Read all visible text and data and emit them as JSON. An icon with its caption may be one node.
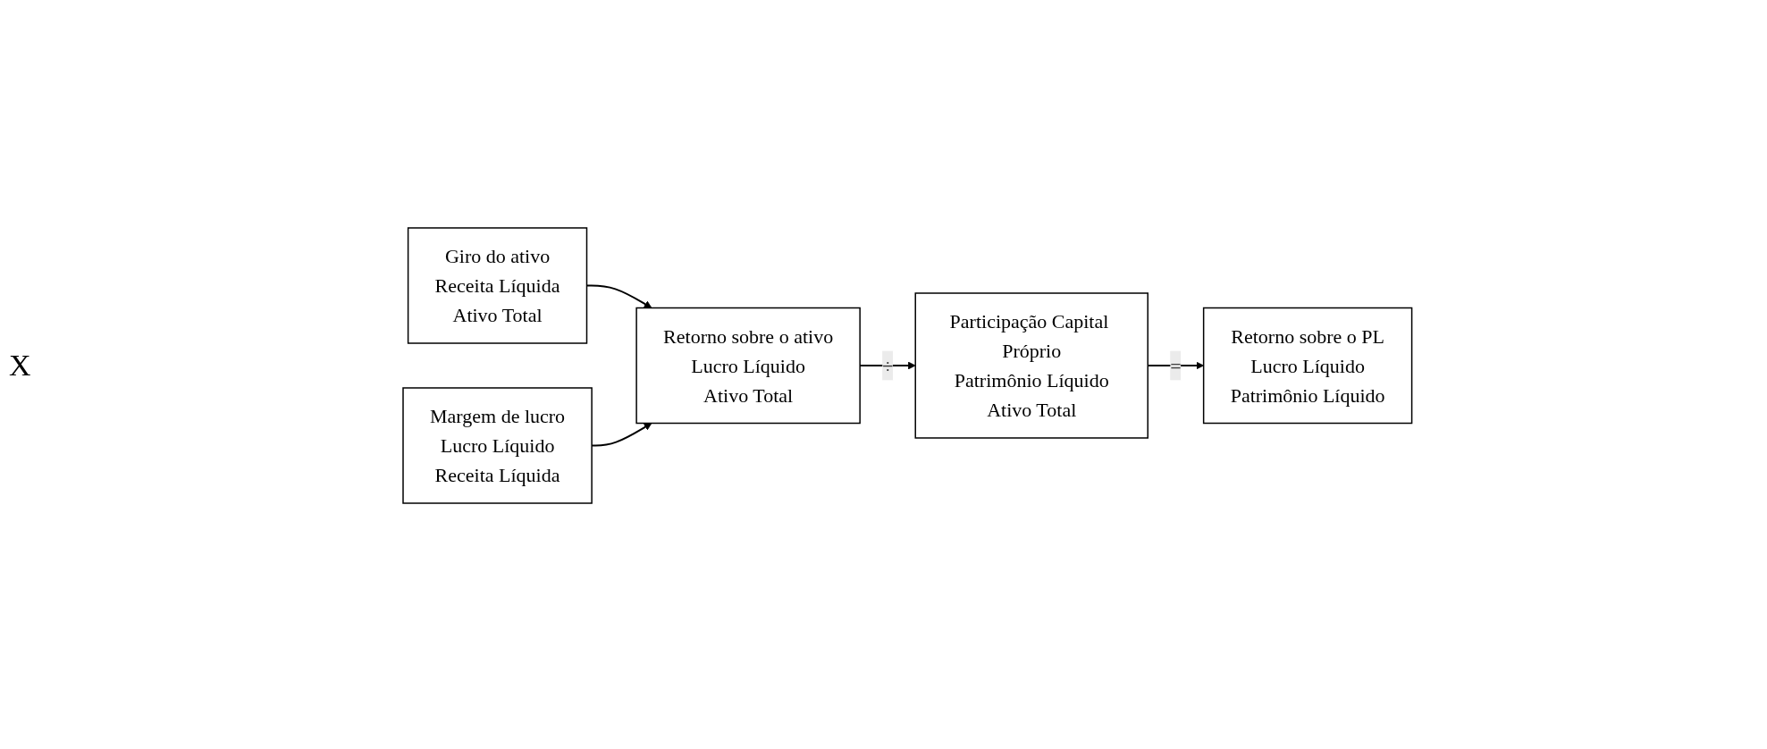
{
  "diagram": {
    "nodes": [
      {
        "text": [
          "Giro do ativo",
          "Receita Líquida",
          "Ativo Total"
        ]
      },
      {
        "text": [
          "Margem de lucro",
          "Lucro Líquido",
          "Receita Líquida"
        ]
      },
      {
        "text": [
          "Retorno sobre o ativo",
          "Lucro Líquido",
          "Ativo Total"
        ]
      },
      {
        "text": [
          "Participação Capital Próprio",
          "Patrimônio Líquido",
          "Ativo Total"
        ]
      },
      {
        "text": [
          "Retorno sobre o PL",
          "Lucro Líquido",
          "Patrimônio Líquido"
        ]
      }
    ],
    "edges": [
      {
        "from": 0,
        "to": 2,
        "arrow": "to"
      },
      {
        "from": 1,
        "to": 2,
        "arrow": "to"
      },
      {
        "from": 2,
        "to": 3,
        "arrow": "to",
        "label": "÷"
      },
      {
        "from": 3,
        "to": 4,
        "arrow": "to",
        "label": "="
      }
    ],
    "labels": [
      "X"
    ]
  }
}
